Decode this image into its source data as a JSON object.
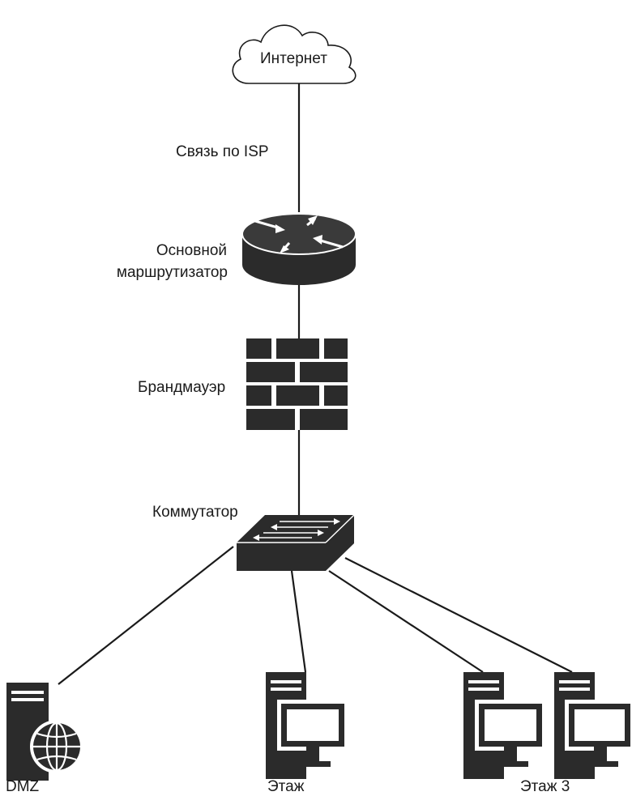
{
  "labels": {
    "internet": "Интернет",
    "isp_link": "Связь по ISP",
    "router_line1": "Основной",
    "router_line2": "маршрутизатор",
    "firewall": "Брандмауэр",
    "switch": "Коммутатор",
    "dmz": "DMZ",
    "floor": "Этаж",
    "floor3": "Этаж 3"
  },
  "colors": {
    "device_dark": "#2b2b2b",
    "device_light": "#ffffff",
    "line": "#1a1a1a"
  },
  "icons": [
    "cloud-icon",
    "router-icon",
    "firewall-icon",
    "switch-icon",
    "server-globe-icon",
    "workstation-icon"
  ]
}
